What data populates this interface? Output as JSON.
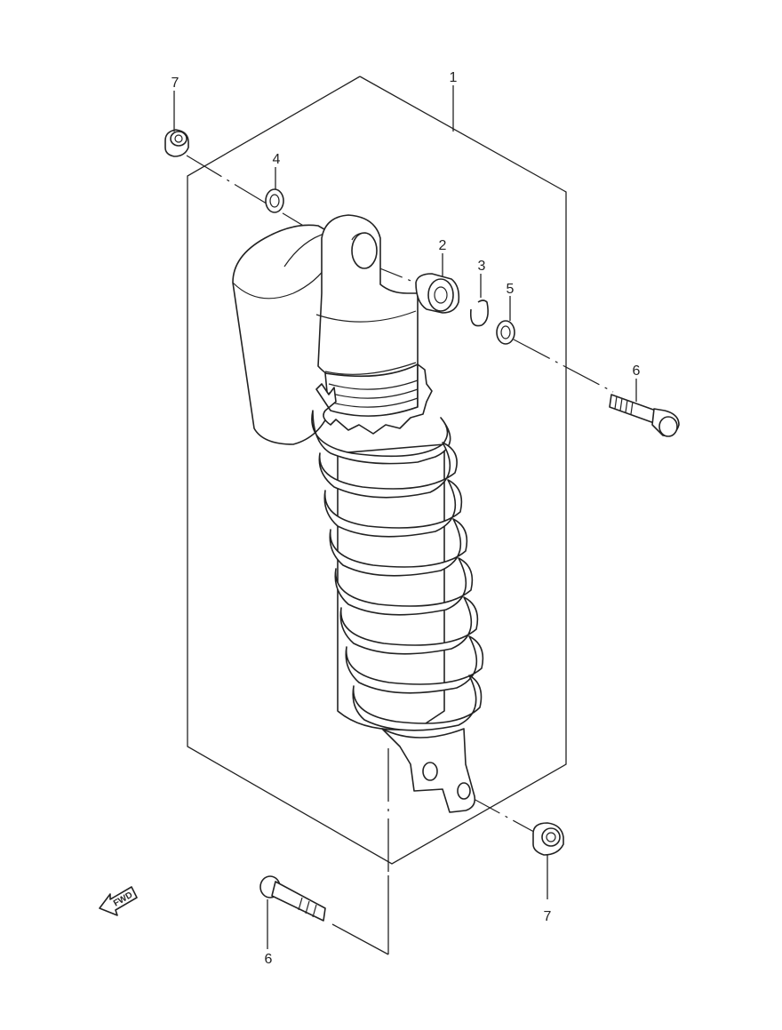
{
  "callouts": [
    {
      "id": "c1",
      "text": "1"
    },
    {
      "id": "c2",
      "text": "2"
    },
    {
      "id": "c3",
      "text": "3"
    },
    {
      "id": "c4",
      "text": "4"
    },
    {
      "id": "c5",
      "text": "5"
    },
    {
      "id": "c6a",
      "text": "6"
    },
    {
      "id": "c6b",
      "text": "6"
    },
    {
      "id": "c7a",
      "text": "7"
    },
    {
      "id": "c7b",
      "text": "7"
    }
  ],
  "fwd_label": "FWD",
  "colors": {
    "line": "#222222",
    "background": "#ffffff"
  }
}
